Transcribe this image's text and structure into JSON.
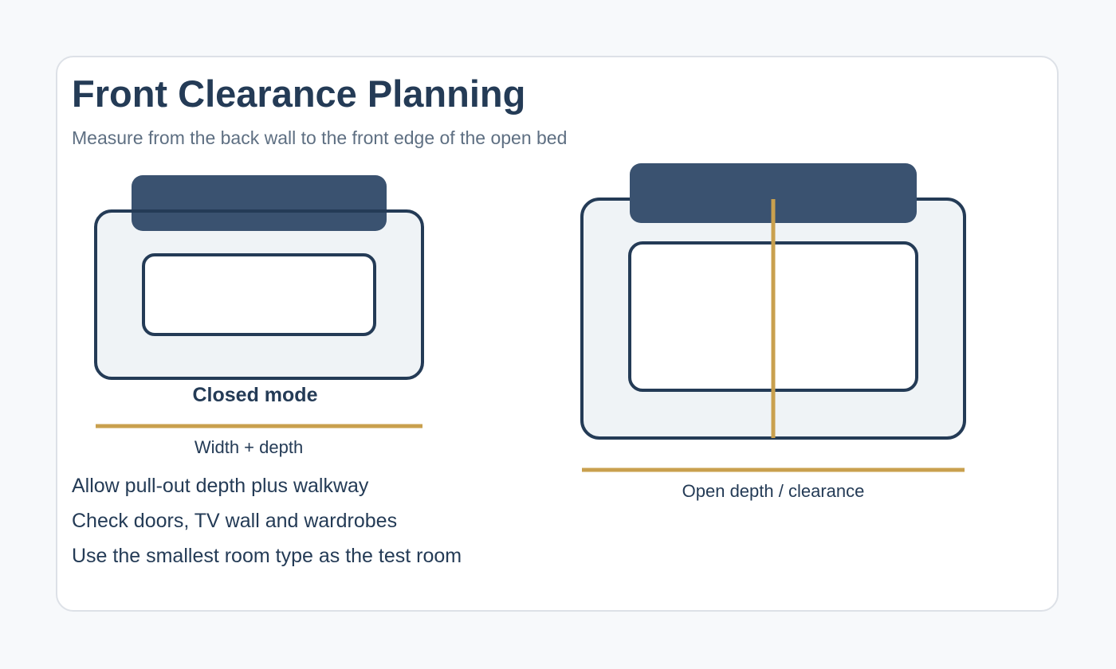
{
  "title": "Front Clearance Planning",
  "subtitle": "Measure from the back wall to the front edge of the open bed",
  "closed": {
    "label": "Closed mode",
    "dimension_label": "Width + depth"
  },
  "open": {
    "dimension_label": "Open depth / clearance"
  },
  "notes": [
    "Allow pull-out depth plus walkway",
    "Check doors, TV wall and wardrobes",
    "Use the smallest room type as the test room"
  ],
  "colors": {
    "navy": "#3a5270",
    "outline": "#243b56",
    "frame_fill": "#eff3f6",
    "accent": "#c9a04e"
  }
}
